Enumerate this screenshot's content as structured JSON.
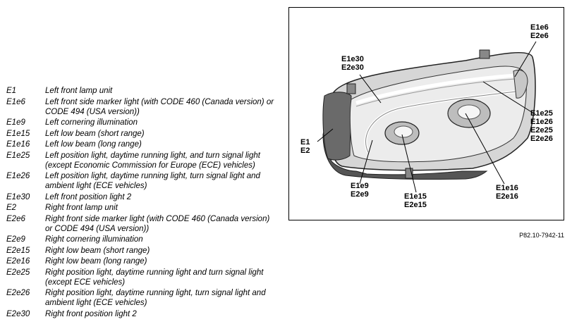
{
  "legend": [
    {
      "code": "E1",
      "desc": "Left front lamp unit"
    },
    {
      "code": "E1e6",
      "desc": "Left front side marker light (with CODE 460 (Canada version) or CODE 494 (USA version))"
    },
    {
      "code": "E1e9",
      "desc": "Left cornering illumination"
    },
    {
      "code": "E1e15",
      "desc": "Left low beam (short range)"
    },
    {
      "code": "E1e16",
      "desc": "Left low beam (long range)"
    },
    {
      "code": "E1e25",
      "desc": "Left position light, daytime running light, and turn signal light (except Economic Commission for Europe (ECE) vehicles)"
    },
    {
      "code": "E1e26",
      "desc": "Left position light, daytime running light, turn signal light and ambient light (ECE vehicles)"
    },
    {
      "code": "E1e30",
      "desc": "Left front position light 2"
    },
    {
      "code": "E2",
      "desc": "Right front lamp unit"
    },
    {
      "code": "E2e6",
      "desc": "Right front side marker light (with CODE 460 (Canada version) or CODE 494 (USA version))"
    },
    {
      "code": "E2e9",
      "desc": "Right cornering illumination"
    },
    {
      "code": "E2e15",
      "desc": "Right low beam (short range)"
    },
    {
      "code": "E2e16",
      "desc": "Right low beam (long range)"
    },
    {
      "code": "E2e25",
      "desc": "Right position light, daytime running light and turn signal light (except ECE vehicles)"
    },
    {
      "code": "E2e26",
      "desc": "Right position light, daytime running light, turn signal light and ambient light (ECE vehicles)"
    },
    {
      "code": "E2e30",
      "desc": "Right front position light 2"
    }
  ],
  "callouts": {
    "e6": "E1e6\nE2e6",
    "e30": "E1e30\nE2e30",
    "e25": "E1e25\nE1e26\nE2e25\nE2e26",
    "e1": "E1\nE2",
    "e9": "E1e9\nE2e9",
    "e15": "E1e15\nE2e15",
    "e16": "E1e16\nE2e16"
  },
  "figure_ref": "P82.10-7942-11"
}
